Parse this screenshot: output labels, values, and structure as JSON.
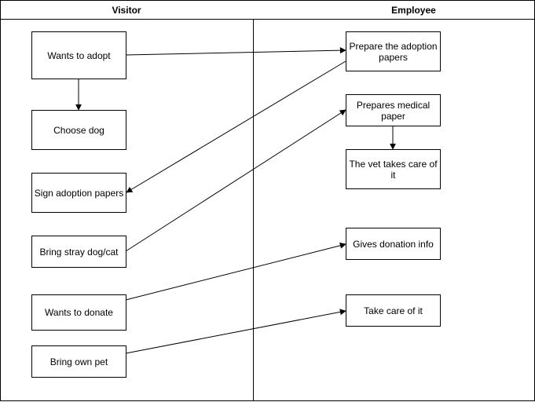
{
  "lanes": {
    "visitor": "Visitor",
    "employee": "Employee"
  },
  "visitor_nodes": {
    "wants_to_adopt": "Wants to adopt",
    "choose_dog": "Choose dog",
    "sign_adoption_papers": "Sign adoption papers",
    "bring_stray": "Bring stray dog/cat",
    "wants_to_donate": "Wants to donate",
    "bring_own_pet": "Bring own pet"
  },
  "employee_nodes": {
    "prepare_adoption_papers": "Prepare the adoption papers",
    "prepares_medical_paper": "Prepares medical paper",
    "vet_takes_care": "The vet takes care of it",
    "gives_donation_info": "Gives donation info",
    "take_care_of_it": "Take care of it"
  },
  "colors": {
    "stroke": "#000000",
    "background": "#ffffff"
  }
}
